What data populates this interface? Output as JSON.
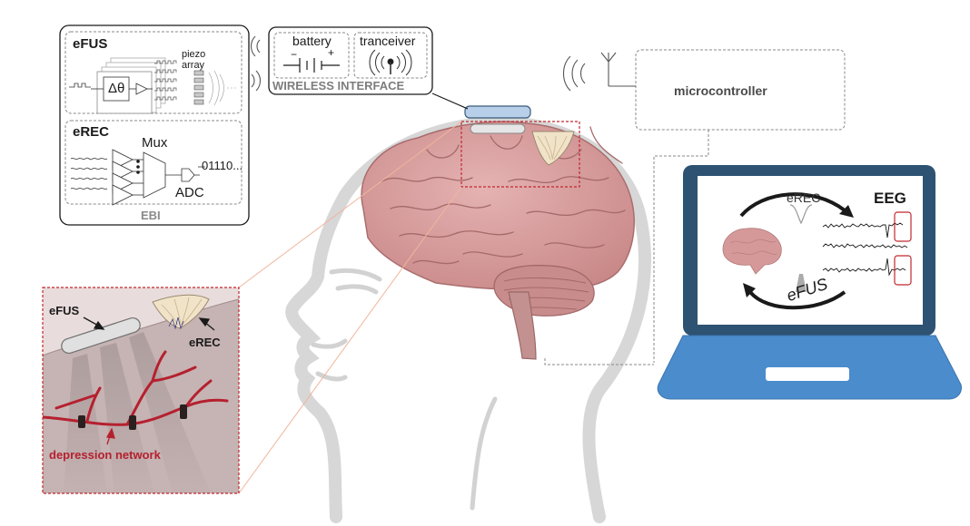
{
  "ebi": {
    "title": "EBI",
    "efus": {
      "title": "eFUS",
      "phase": "Δθ",
      "piezo_line1": "piezo",
      "piezo_line2": "array"
    },
    "erec": {
      "title": "eREC",
      "mux": "Mux",
      "adc": "ADC",
      "bits": "01110..."
    }
  },
  "wireless": {
    "title": "WIRELESS INTERFACE",
    "battery": "battery",
    "minus": "−",
    "plus": "+",
    "transceiver": "tranceiver"
  },
  "microcontroller": {
    "label": "microcontroller"
  },
  "zoom": {
    "efus": "eFUS",
    "erec": "eREC",
    "network": "depression network"
  },
  "laptop": {
    "eeg": "EEG",
    "erec": "eREC",
    "efus": "eFUS"
  },
  "colors": {
    "network_red": "#b5202e",
    "laptop_blue": "#4a8ccc",
    "laptop_frame": "#2e5272",
    "device_blue": "#b7cfe9",
    "brain_pink": "#d69999",
    "dashed_red": "#c0282e"
  }
}
